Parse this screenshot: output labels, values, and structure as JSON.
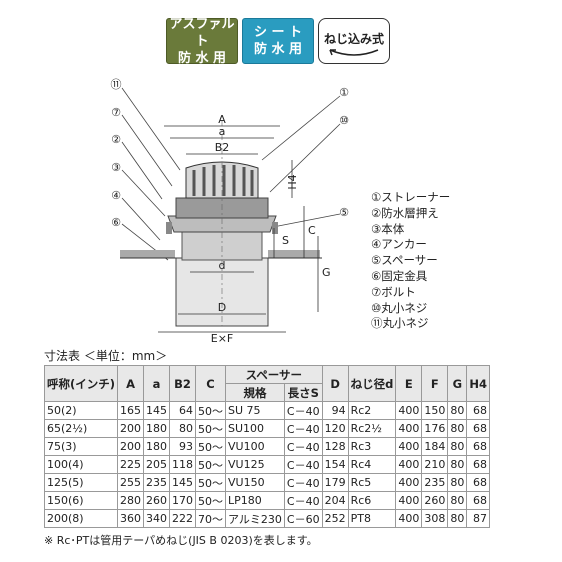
{
  "badges": {
    "asphalt_l1": "アスファルト",
    "asphalt_l2": "防 水 用",
    "sheet_l1": "シ ー ト",
    "sheet_l2": "防 水 用",
    "screw": "ねじ込み式"
  },
  "diagram": {
    "callouts": [
      "⑪",
      "⑦",
      "②",
      "③",
      "④",
      "⑥",
      "①",
      "⑩",
      "⑤"
    ],
    "dims": [
      "A",
      "a",
      "B2",
      "H4",
      "S",
      "C",
      "G",
      "d",
      "D",
      "E×F"
    ]
  },
  "legend": [
    "①ストレーナー",
    "②防水層押え",
    "③本体",
    "④アンカー",
    "⑤スペーサー",
    "⑥固定金具",
    "⑦ボルト",
    "⑩丸小ネジ",
    "⑪丸小ネジ"
  ],
  "table": {
    "caption": "寸法表 ＜単位：mm＞",
    "header_top": [
      "呼称(インチ)",
      "A",
      "a",
      "B2",
      "C",
      "スペーサー",
      "D",
      "ねじ径d",
      "E",
      "F",
      "G",
      "H4"
    ],
    "header_sub": [
      "規格",
      "長さS"
    ],
    "rows": [
      [
        "50(2)",
        "165",
        "145",
        "64",
        "50～",
        "SU 75",
        "C－40",
        "94",
        "Rc2",
        "400",
        "150",
        "80",
        "68"
      ],
      [
        "65(2½)",
        "200",
        "180",
        "80",
        "50～",
        "SU100",
        "C－40",
        "120",
        "Rc2½",
        "400",
        "176",
        "80",
        "68"
      ],
      [
        "75(3)",
        "200",
        "180",
        "93",
        "50～",
        "VU100",
        "C－40",
        "128",
        "Rc3",
        "400",
        "184",
        "80",
        "68"
      ],
      [
        "100(4)",
        "225",
        "205",
        "118",
        "50～",
        "VU125",
        "C－40",
        "154",
        "Rc4",
        "400",
        "210",
        "80",
        "68"
      ],
      [
        "125(5)",
        "255",
        "235",
        "145",
        "50～",
        "VU150",
        "C－40",
        "179",
        "Rc5",
        "400",
        "235",
        "80",
        "68"
      ],
      [
        "150(6)",
        "280",
        "260",
        "170",
        "50～",
        "LP180",
        "C－40",
        "204",
        "Rc6",
        "400",
        "260",
        "80",
        "68"
      ],
      [
        "200(8)",
        "360",
        "340",
        "222",
        "70～",
        "アルミ230",
        "C－60",
        "252",
        "PT8",
        "400",
        "308",
        "80",
        "87"
      ]
    ]
  },
  "note": "※ Rc･PTは管用テーパめねじ(JIS B 0203)を表します。"
}
